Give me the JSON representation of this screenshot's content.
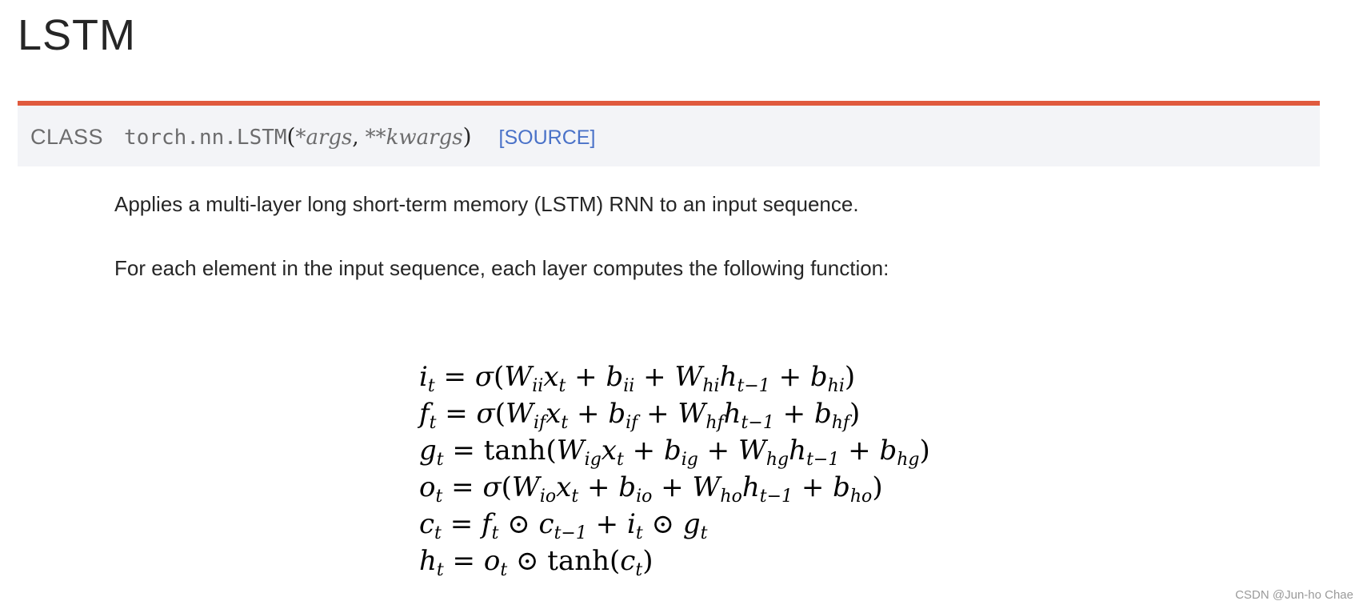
{
  "page": {
    "title": "LSTM"
  },
  "signature": {
    "keyword": "CLASS",
    "name": "torch.nn.LSTM",
    "open_paren": "(",
    "param1": "*args",
    "comma": ",",
    "param2": "**kwargs",
    "close_paren": ")",
    "source_link": "[SOURCE]",
    "accent_color": "#e05a3e",
    "link_color": "#4a72c8"
  },
  "description": {
    "line1": "Applies a multi-layer long short-term memory (LSTM) RNN to an input sequence.",
    "line2": "For each element in the input sequence, each layer computes the following function:"
  },
  "equations": {
    "input_gate": "i_t = σ(W_ii x_t + b_ii + W_hi h_{t−1} + b_hi)",
    "forget_gate": "f_t = σ(W_if x_t + b_if + W_hf h_{t−1} + b_hf)",
    "cell_candidate": "g_t = tanh(W_ig x_t + b_ig + W_hg h_{t−1} + b_hg)",
    "output_gate": "o_t = σ(W_io x_t + b_io + W_ho h_{t−1} + b_ho)",
    "cell_state": "c_t = f_t ⊙ c_{t−1} + i_t ⊙ g_t",
    "hidden_state": "h_t = o_t ⊙ tanh(c_t)"
  },
  "watermark": "CSDN @Jun-ho Chae"
}
